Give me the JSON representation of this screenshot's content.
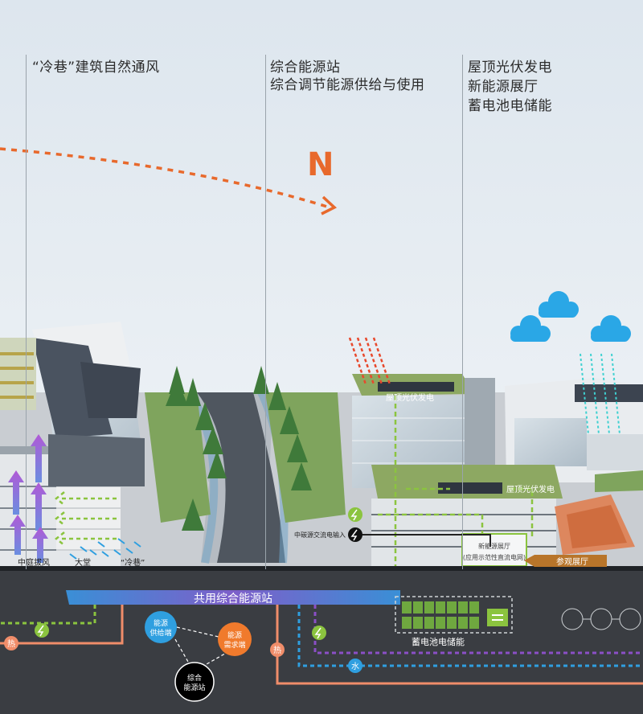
{
  "annotations": {
    "left": "“冷巷”建筑自然通风",
    "middle": [
      "综合能源站",
      "综合调节能源供给与使用"
    ],
    "right": [
      "屋顶光伏发电",
      "新能源展厅",
      "蓄电池电储能"
    ]
  },
  "compass": "N",
  "labels": {
    "rooftop_pv_upper": "屋顶光伏发电",
    "rooftop_pv_lower": "屋顶光伏发电",
    "grid_input": "中碳源交流电输入",
    "exhibition_line1": "新能源展厅",
    "exhibition_line2": "(应用示范性直流电网)",
    "visit_exhibition": "参观展厅",
    "courtyard_wind": "中庭拔风",
    "hall": "大堂",
    "cold_lane": "“冷巷”",
    "shared_station": "共用综合能源站",
    "battery_storage": "蓄电池电储能",
    "heat_left": "热",
    "heat_right": "热",
    "water": "水"
  },
  "nodes": {
    "supply": [
      "能源",
      "供给端"
    ],
    "demand": [
      "能源",
      "需求端"
    ],
    "station": [
      "综合",
      "能源站"
    ]
  },
  "colors": {
    "sky": "#e7eef4",
    "orange": "#e8692c",
    "green": "#8bc43f",
    "blue": "#2f9fe0",
    "purple": "#8b4fc7",
    "dark_ground": "#3a3d42",
    "cloud": "#2aa7e6"
  }
}
